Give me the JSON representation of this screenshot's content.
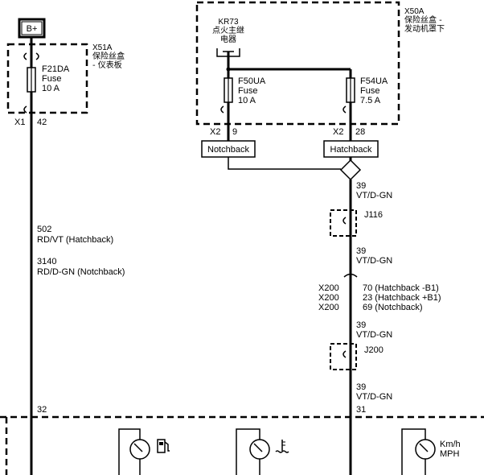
{
  "power": {
    "label": "B+"
  },
  "x51a": {
    "id": "X51A",
    "name_line1": "保险丝盒",
    "name_line2": "- 仪表板",
    "fuse_id": "F21DA",
    "fuse_type": "Fuse",
    "fuse_rating": "10 A",
    "connector": "X1",
    "pin": "42"
  },
  "x50a": {
    "id": "X50A",
    "name_line1": "保险丝盒 -",
    "name_line2": "发动机罩下",
    "relay_id": "KR73",
    "relay_name_line1": "点火主继",
    "relay_name_line2": "电器",
    "fuse1": {
      "id": "F50UA",
      "type": "Fuse",
      "rating": "10 A",
      "connector": "X2",
      "pin": "9"
    },
    "fuse2": {
      "id": "F54UA",
      "type": "Fuse",
      "rating": "7.5 A",
      "connector": "X2",
      "pin": "28"
    }
  },
  "options": {
    "left": "Notchback",
    "right": "Hatchback"
  },
  "left_wire": {
    "circuit1": "502",
    "color1": "RD/VT (Hatchback)",
    "circuit2": "3140",
    "color2": "RD/D-GN (Notchback)"
  },
  "right_wire": {
    "seg1_circuit": "39",
    "seg1_color": "VT/D-GN",
    "splice1": "J116",
    "seg2_circuit": "39",
    "seg2_color": "VT/D-GN",
    "x200": [
      {
        "conn": "X200",
        "desc": "70 (Hatchback -B1)"
      },
      {
        "conn": "X200",
        "desc": "23 (Hatchback +B1)"
      },
      {
        "conn": "X200",
        "desc": "69 (Notchback)"
      }
    ],
    "seg3_circuit": "39",
    "seg3_color": "VT/D-GN",
    "splice2": "J200",
    "seg4_circuit": "39",
    "seg4_color": "VT/D-GN"
  },
  "cluster": {
    "pin_left": "32",
    "pin_right": "31",
    "speed_unit1": "Km/h",
    "speed_unit2": "MPH"
  },
  "icons": [
    "fuel-pump-icon",
    "coolant-temp-icon",
    "gauge-icon"
  ]
}
